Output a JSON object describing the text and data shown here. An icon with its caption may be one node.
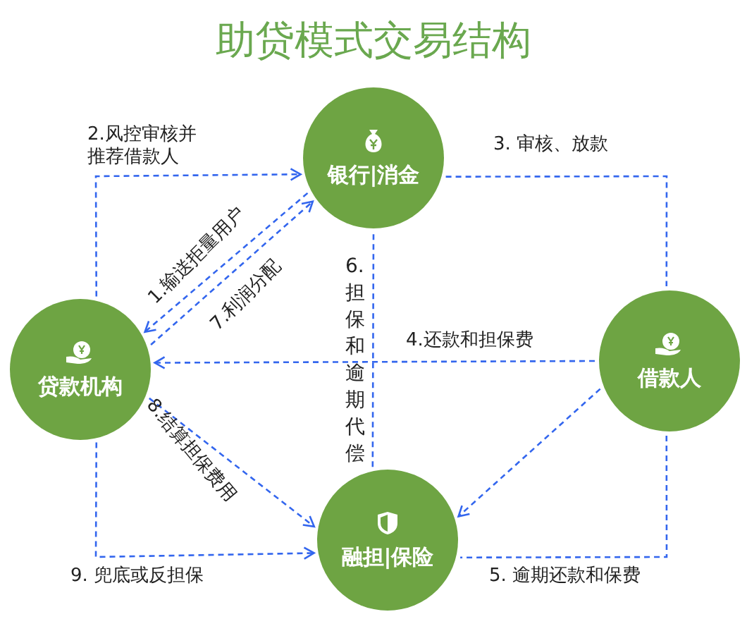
{
  "diagram": {
    "title": "助贷模式交易结构",
    "nodes": [
      {
        "text": [
          "银行|消金"
        ]
      },
      {
        "text": [
          "贷款机构"
        ]
      },
      {
        "text": [
          "借款人"
        ]
      },
      {
        "text": [
          "融担|保险"
        ]
      }
    ],
    "edges": [
      {
        "from": 0,
        "to": 1,
        "arrow": "to",
        "label": "1.输送拒量用户"
      },
      {
        "from": 1,
        "to": 0,
        "arrow": "to",
        "label": "7.利润分配"
      },
      {
        "from": 1,
        "to": 0,
        "arrow": "to",
        "label": "2.风控审核并推荐借款人"
      },
      {
        "from": 0,
        "to": 2,
        "arrow": "none",
        "label": "3. 审核、放款"
      },
      {
        "from": 2,
        "to": 1,
        "arrow": "to",
        "label": "4.还款和担保费"
      },
      {
        "from": 3,
        "to": 0,
        "arrow": "none",
        "label": "6. 担保和逾期代偿"
      },
      {
        "from": 2,
        "to": 3,
        "arrow": "none",
        "label": "5. 逾期还款和保费"
      },
      {
        "from": 2,
        "to": 3,
        "arrow": "to"
      },
      {
        "from": 1,
        "to": 3,
        "arrow": "to",
        "label": "8.结算担保费用"
      },
      {
        "from": 1,
        "to": 3,
        "arrow": "to",
        "label": "9. 兜底或反担保"
      }
    ]
  }
}
